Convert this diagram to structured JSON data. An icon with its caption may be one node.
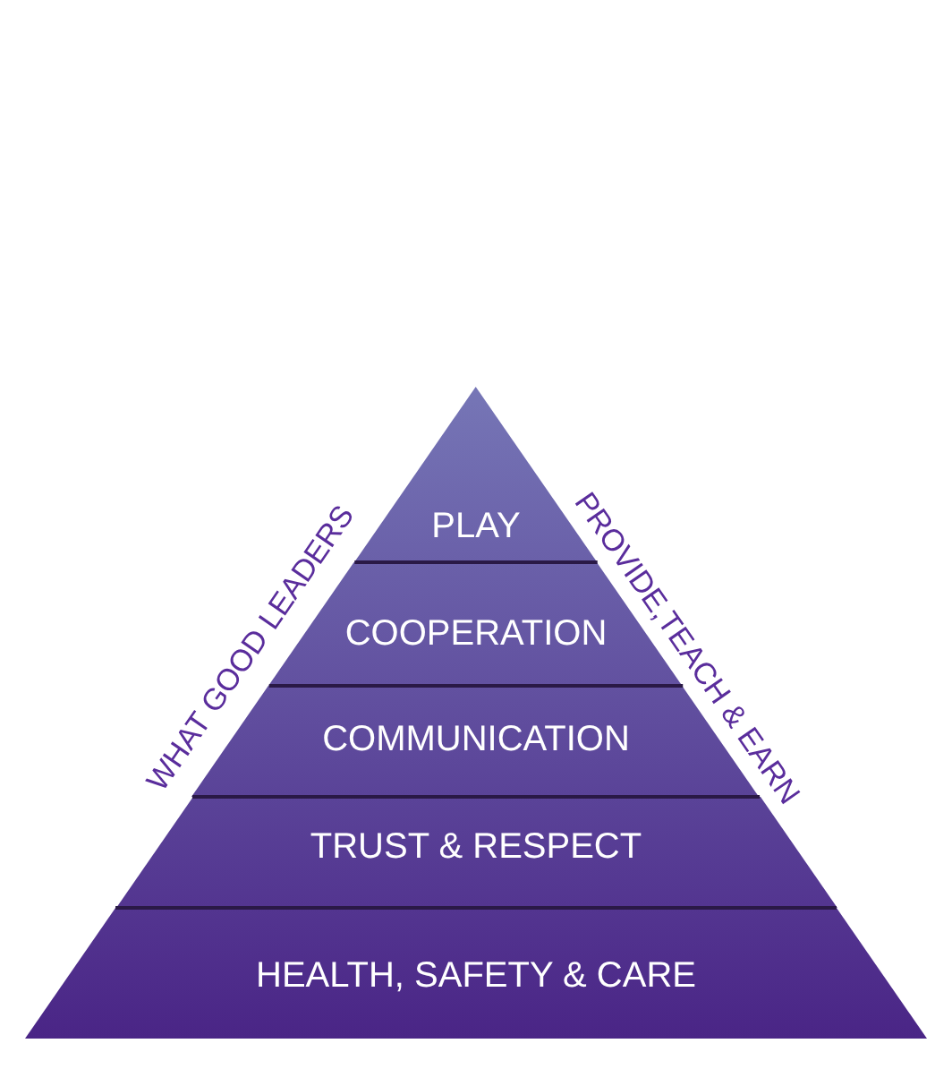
{
  "diagram": {
    "nodes": [
      {
        "text": [
          "PLAY"
        ]
      },
      {
        "text": [
          "COOPERATION"
        ]
      },
      {
        "text": [
          "COMMUNICATION"
        ]
      },
      {
        "text": [
          "TRUST & RESPECT"
        ]
      },
      {
        "text": [
          "HEALTH, SAFETY & CARE"
        ]
      }
    ],
    "labels": [
      "WHAT GOOD LEADERS",
      "PROVIDE,TEACH & EARN"
    ]
  }
}
